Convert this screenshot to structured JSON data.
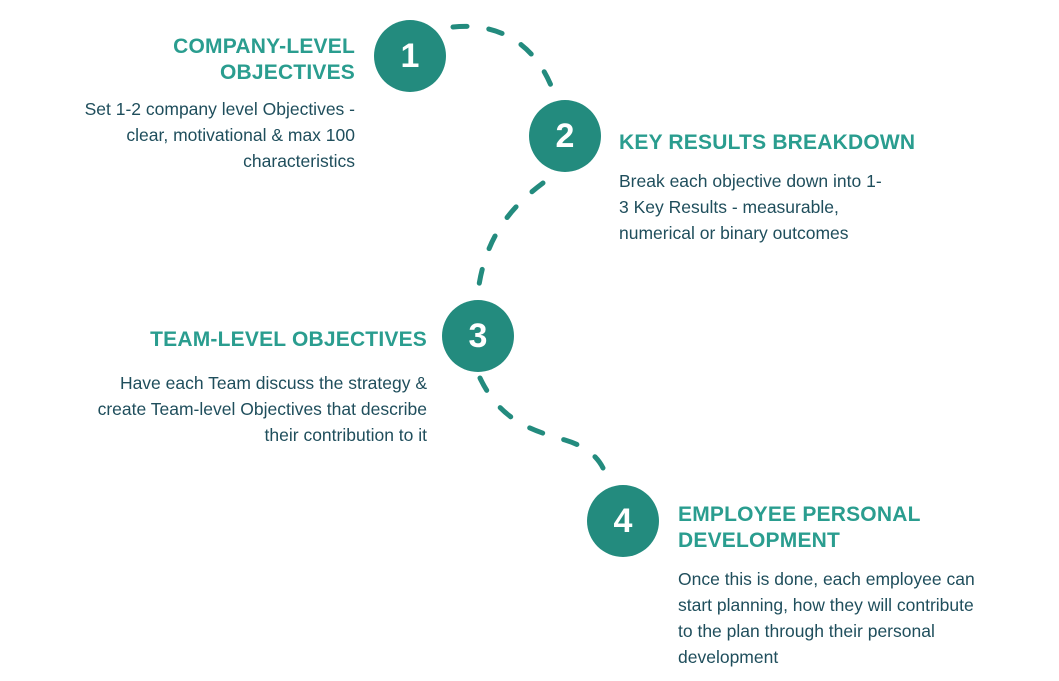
{
  "colors": {
    "accent": "#2a9d8f",
    "circle": "#238b7e",
    "body_text": "#1f4e5c"
  },
  "steps": [
    {
      "number": "1",
      "title_lines": [
        "COMPANY-LEVEL",
        "OBJECTIVES"
      ],
      "desc_lines": [
        "Set 1-2 company level Objectives -",
        "clear, motivational & max 100",
        "characteristics"
      ]
    },
    {
      "number": "2",
      "title_lines": [
        "KEY RESULTS BREAKDOWN"
      ],
      "desc_lines": [
        "Break each objective down into 1-",
        "3 Key Results - measurable,",
        "numerical or binary outcomes"
      ]
    },
    {
      "number": "3",
      "title_lines": [
        "TEAM-LEVEL OBJECTIVES"
      ],
      "desc_lines": [
        "Have each Team discuss the strategy &",
        "create Team-level Objectives that describe",
        "their contribution to it"
      ]
    },
    {
      "number": "4",
      "title_lines": [
        "EMPLOYEE PERSONAL",
        "DEVELOPMENT"
      ],
      "desc_lines": [
        "Once this is done, each employee can",
        "start planning, how they will contribute",
        "to the plan through their personal",
        "development"
      ]
    }
  ]
}
